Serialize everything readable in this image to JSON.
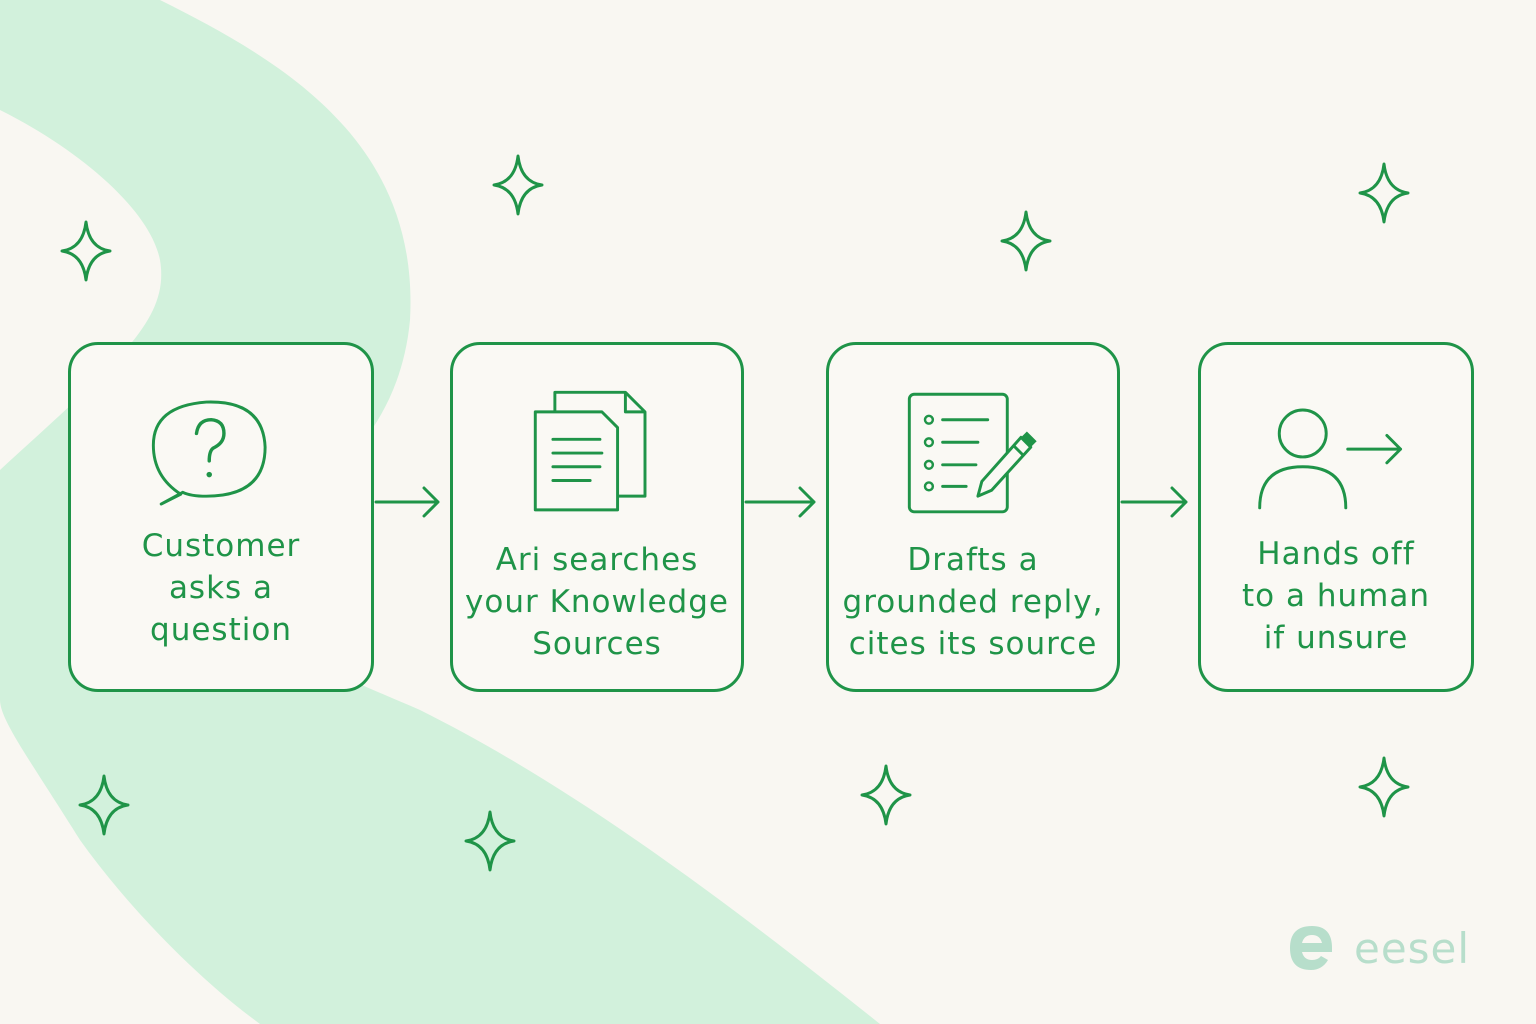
{
  "colors": {
    "background": "#f9f7f2",
    "accent": "#1f9448",
    "wave": "#d2f1dc",
    "brand": "#b7decb"
  },
  "steps": [
    {
      "icon": "question-bubble-icon",
      "label": "Customer\nasks a\nquestion"
    },
    {
      "icon": "documents-icon",
      "label": "Ari searches\nyour Knowledge\nSources"
    },
    {
      "icon": "checklist-pencil-icon",
      "label": "Drafts a\ngrounded reply,\ncites its source"
    },
    {
      "icon": "person-handoff-icon",
      "label": "Hands off\nto a human\nif unsure"
    }
  ],
  "connectors": [
    "arrow-right-icon",
    "arrow-right-icon",
    "arrow-right-icon"
  ],
  "decorations": "sparkle-icon",
  "brand": {
    "mark": "eesel-logo-icon",
    "name": "eesel"
  }
}
